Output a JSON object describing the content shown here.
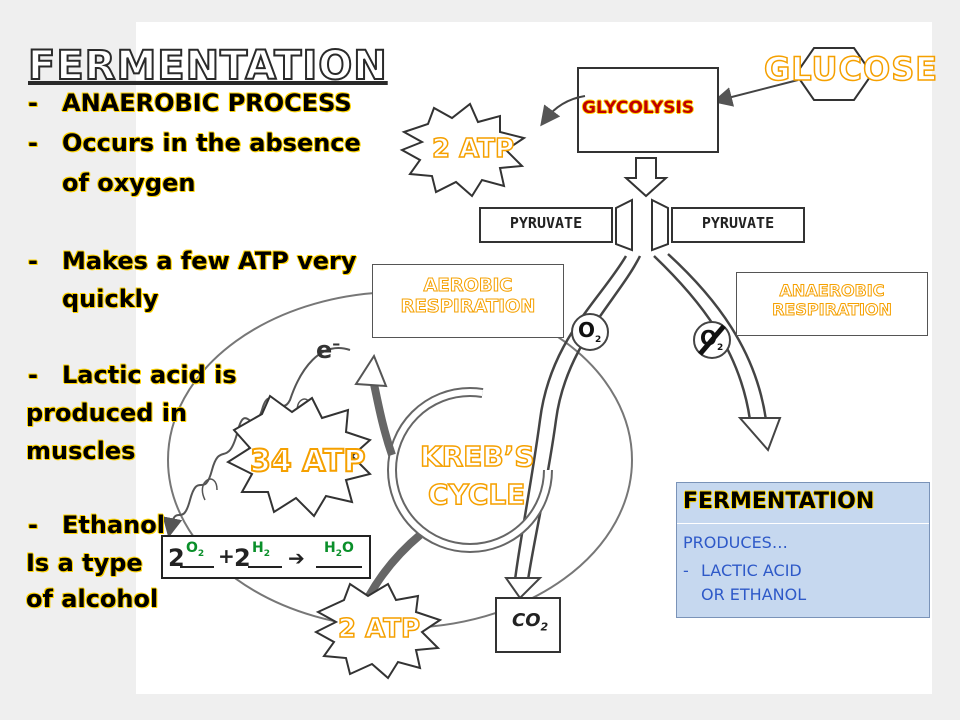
{
  "title": "FERMENTATION",
  "bullets": {
    "dash": "-",
    "b1": "ANAEROBIC PROCESS",
    "b2_line1": "Occurs in the absence",
    "b2_line2": "of oxygen",
    "b3_line1": "Makes a few ATP very",
    "b3_line2": "quickly",
    "b4_line1": "Lactic acid is",
    "b4_line2": "produced in",
    "b4_line3": "muscles",
    "b5_line1": "Ethanol",
    "b5_line2": "Is a type",
    "b5_line3": "of alcohol"
  },
  "diagram": {
    "glucose": "GLUCOSE",
    "glycolysis": "GLYCOLYSIS",
    "atp_top": "2 ATP",
    "pyruvate_left": "PYRUVATE",
    "pyruvate_right": "PYRUVATE",
    "aerobic_line1": "AEROBIC",
    "aerobic_line2": "RESPIRATION",
    "anaerobic_line1": "ANAEROBIC",
    "anaerobic_line2": "RESPIRATION",
    "o2": "O",
    "o2_sub": "2",
    "electron": "e",
    "electron_sup": "–",
    "atp_34": "34 ATP",
    "krebs_line1": "KREB’S",
    "krebs_line2": "CYCLE",
    "eq_coef1": "2",
    "eq_plus": "+",
    "eq_coef2": "2",
    "eq_arrow": "➔",
    "eq_o2": "O",
    "eq_o2_sub": "2",
    "eq_h2": "H",
    "eq_h2_sub": "2",
    "eq_h2o_h": "H",
    "eq_h2o_sub": "2",
    "eq_h2o_o": "O",
    "atp_bottom": "2 ATP",
    "co2": "CO",
    "co2_sub": "2",
    "ferm_title": "FERMENTATION",
    "ferm_produces": "PRODUCES…",
    "ferm_dash": "-",
    "ferm_line1": "LACTIC ACID",
    "ferm_line2": "OR ETHANOL"
  },
  "colors": {
    "yellow": "#ffd400",
    "orange": "#f5a000",
    "blue_box": "#c6d8ef",
    "blue_text": "#2e59c8"
  }
}
